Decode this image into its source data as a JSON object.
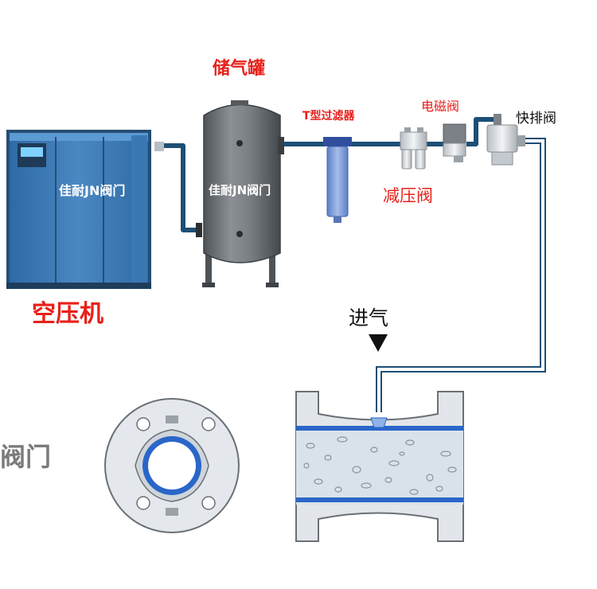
{
  "labels": {
    "air_compressor": "空压机",
    "air_tank": "储气罐",
    "t_filter": "T型过滤器",
    "solenoid_valve": "电磁阀",
    "quick_exhaust_valve": "快排阀",
    "pressure_reducing_valve": "减压阀",
    "air_inlet": "进气"
  },
  "brand": {
    "mark_compressor": "佳耐JN阀门",
    "mark_tank": "佳耐JN阀门",
    "watermark": "阀门"
  },
  "colors": {
    "label_red": "#e8201a",
    "pipe": "#1d4f75",
    "compressor_blue": "#3d7ab5",
    "tank_gray": "#6e7276",
    "filter_blue": "#6c8fd0",
    "valve_liner_blue": "#2a66c9",
    "powder": "#dde6ee"
  },
  "icons": {
    "inlet_arrow": "triangle-down-icon"
  }
}
